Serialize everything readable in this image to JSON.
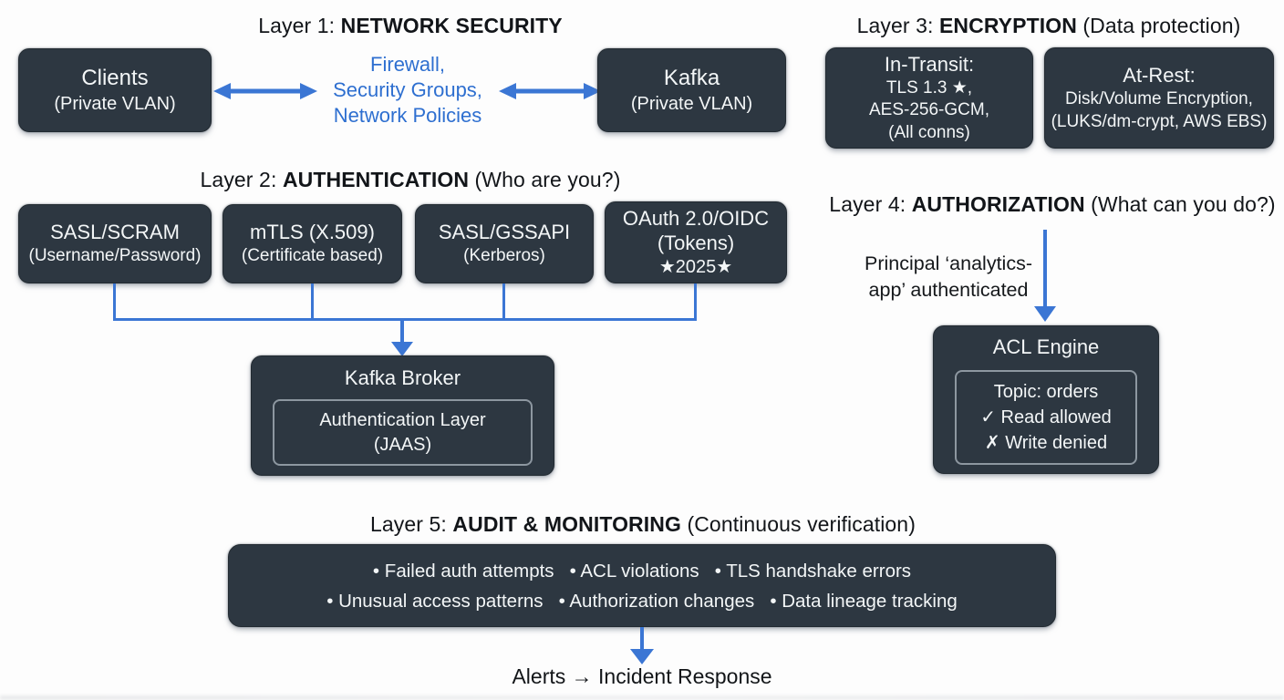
{
  "colors": {
    "box_fill": "#2d3741",
    "box_text": "#f3f6f7",
    "accent_blue": "#3b76d4",
    "blue_text": "#2e6fd0",
    "title_text": "#121519",
    "inner_border": "#8d97a0",
    "background": "#fdfdfd"
  },
  "layer1": {
    "title_prefix": "Layer 1: ",
    "title_bold": "NETWORK SECURITY",
    "title_suffix": "",
    "clients_box": {
      "line1": "Clients",
      "line2": "(Private VLAN)"
    },
    "middle_lines": [
      "Firewall,",
      "Security Groups,",
      "Network Policies"
    ],
    "kafka_box": {
      "line1": "Kafka",
      "line2": "(Private VLAN)"
    }
  },
  "layer2": {
    "title_prefix": "Layer 2: ",
    "title_bold": "AUTHENTICATION",
    "title_suffix": " (Who are you?)",
    "boxes": [
      {
        "line1": "SASL/SCRAM",
        "line2": "(Username/Password)"
      },
      {
        "line1": "mTLS (X.509)",
        "line2": "(Certificate based)"
      },
      {
        "line1": "SASL/GSSAPI",
        "line2": "(Kerberos)"
      },
      {
        "line1": "OAuth 2.0/OIDC",
        "line2": "(Tokens)",
        "line3": "★2025★"
      }
    ],
    "broker": {
      "title": "Kafka Broker",
      "inner_line1": "Authentication Layer",
      "inner_line2": "(JAAS)"
    }
  },
  "layer3": {
    "title_prefix": "Layer 3: ",
    "title_bold": "ENCRYPTION",
    "title_suffix": " (Data protection)",
    "in_transit": {
      "line1": "In-Transit:",
      "line2": "TLS 1.3 ★,",
      "line3": "AES-256-GCM,",
      "line4": "(All conns)"
    },
    "at_rest": {
      "line1": "At-Rest:",
      "line2": "Disk/Volume Encryption,",
      "line3": "(LUKS/dm-crypt, AWS EBS)"
    }
  },
  "layer4": {
    "title_prefix": "Layer 4: ",
    "title_bold": "AUTHORIZATION",
    "title_suffix": " (What can you do?)",
    "principal_line1": "Principal ‘analytics-",
    "principal_line2": "app’ authenticated",
    "acl": {
      "title": "ACL Engine",
      "inner_line1": "Topic: orders",
      "inner_line2": "✓ Read allowed",
      "inner_line3": "✗ Write denied"
    }
  },
  "layer5": {
    "title_prefix": "Layer 5: ",
    "title_bold": "AUDIT & MONITORING",
    "title_suffix": " (Continuous verification)",
    "bullets_line1": "• Failed auth attempts   • ACL violations   • TLS handshake errors",
    "bullets_line2": "• Unusual access patterns   • Authorization changes   • Data lineage tracking",
    "alerts_text": "Alerts → Incident Response"
  }
}
